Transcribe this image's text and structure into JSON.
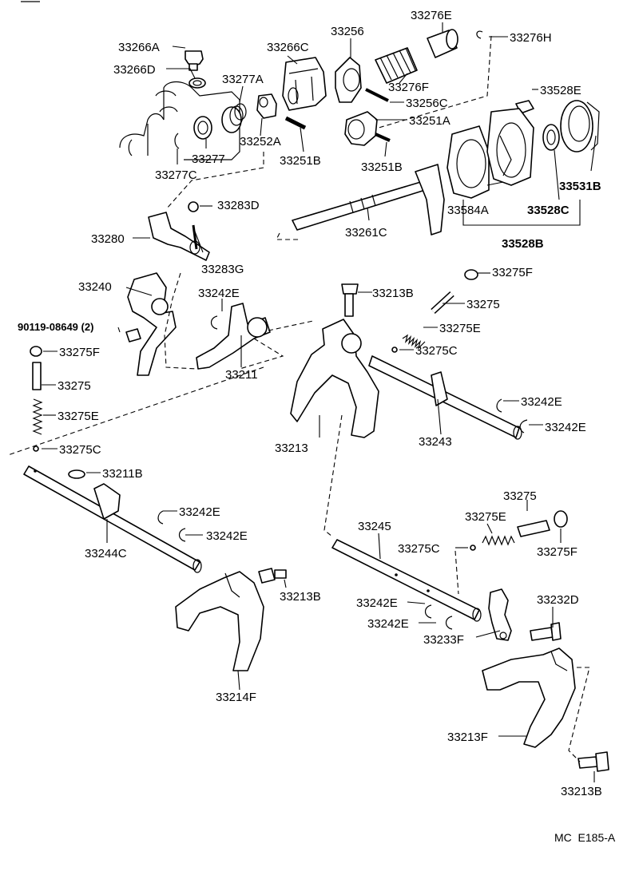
{
  "labels": {
    "p33266A": "33266A",
    "p33266D": "33266D",
    "p33266C": "33266C",
    "p33256": "33256",
    "p33276E": "33276E",
    "p33276H": "33276H",
    "p33277A": "33277A",
    "p33276F": "33276F",
    "p33256C": "33256C",
    "p33251A": "33251A",
    "p33528E": "33528E",
    "p33252A": "33252A",
    "p33277": "33277",
    "p33277C": "33277C",
    "p33251B_1": "33251B",
    "p33251B_2": "33251B",
    "p33531B": "33531B",
    "p33584A": "33584A",
    "p33528C": "33528C",
    "p33528B": "33528B",
    "p33283D": "33283D",
    "p33261C": "33261C",
    "p33280": "33280",
    "p33283G": "33283G",
    "p33275F_1": "33275F",
    "p33240": "33240",
    "p33242E_1": "33242E",
    "p33213B_1": "33213B",
    "p33275_1": "33275",
    "p90119": "90119-08649 (2)",
    "p33275E_1": "33275E",
    "p33275C_1": "33275C",
    "p33275F_2": "33275F",
    "p33211": "33211",
    "p33242E_2": "33242E",
    "p33242E_3": "33242E",
    "p33275_2": "33275",
    "p33275E_2": "33275E",
    "p33213": "33213",
    "p33243": "33243",
    "p33275C_2": "33275C",
    "p33211B": "33211B",
    "p33275_3": "33275",
    "p33242E_4": "33242E",
    "p33275E_3": "33275E",
    "p33245": "33245",
    "p33242E_5": "33242E",
    "p33244C": "33244C",
    "p33275C_3": "33275C",
    "p33275F_3": "33275F",
    "p33213B_2": "33213B",
    "p33242E_6": "33242E",
    "p33232D": "33232D",
    "p33242E_7": "33242E",
    "p33233F": "33233F",
    "p33214F": "33214F",
    "p33213F": "33213F",
    "p33213B_3": "33213B"
  },
  "diagram_code": "MC  E185-A"
}
